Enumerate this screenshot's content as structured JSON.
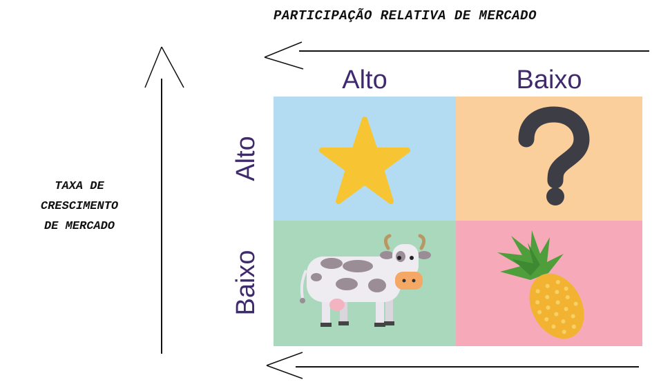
{
  "x_axis_title": "PARTICIPAÇÃO RELATIVA DE MERCADO",
  "y_axis_title": [
    "TAXA DE",
    "CRESCIMENTO",
    "DE MERCADO"
  ],
  "column_labels": [
    "Alto",
    "Baixo"
  ],
  "row_labels": [
    "Alto",
    "Baixo"
  ],
  "quadrants": [
    {
      "position": "top-left",
      "icon": "star-icon",
      "color": "#b3dcf3"
    },
    {
      "position": "top-right",
      "icon": "question-mark-icon",
      "color": "#fbcf9c"
    },
    {
      "position": "bottom-left",
      "icon": "cow-icon",
      "color": "#a9d8bd"
    },
    {
      "position": "bottom-right",
      "icon": "pineapple-icon",
      "color": "#f6a9b8"
    }
  ],
  "colors": {
    "label": "#3f2a6e",
    "star": "#f7c533",
    "question": "#3d3d46"
  }
}
